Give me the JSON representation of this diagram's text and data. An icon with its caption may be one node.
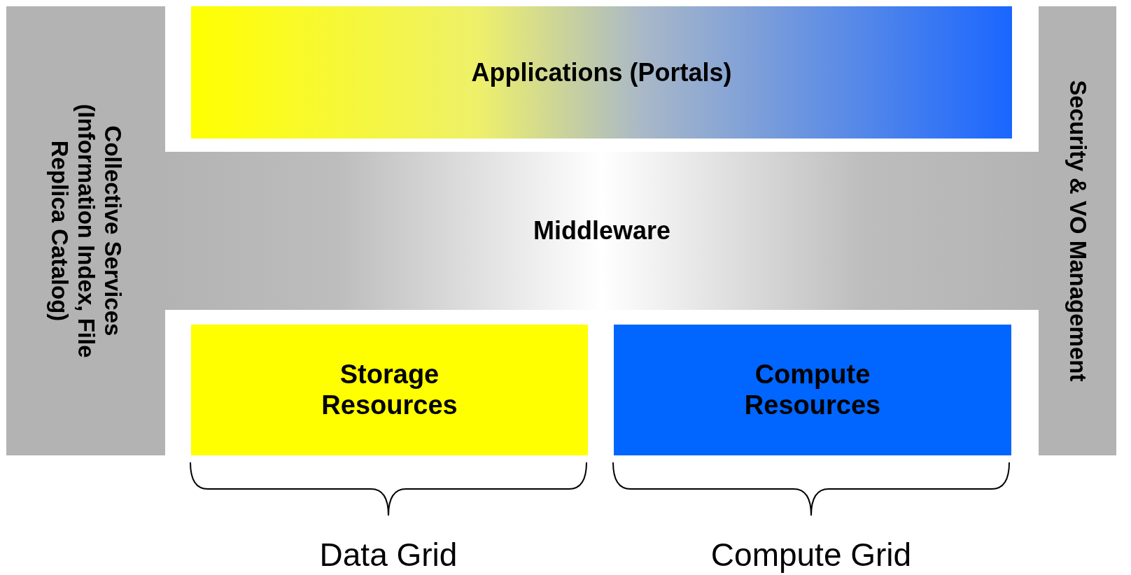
{
  "diagram": {
    "nodes": [
      {
        "text": [
          "Collective Services (Information Index, File Replica Catalog)"
        ]
      },
      {
        "text": [
          "Applications (Portals)"
        ]
      },
      {
        "text": [
          "Middleware"
        ]
      },
      {
        "text": [
          "Storage Resources"
        ]
      },
      {
        "text": [
          "Compute Resources"
        ]
      },
      {
        "text": [
          "Security & VO Management"
        ]
      }
    ],
    "labels": [
      "Data Grid",
      "Compute Grid"
    ]
  }
}
